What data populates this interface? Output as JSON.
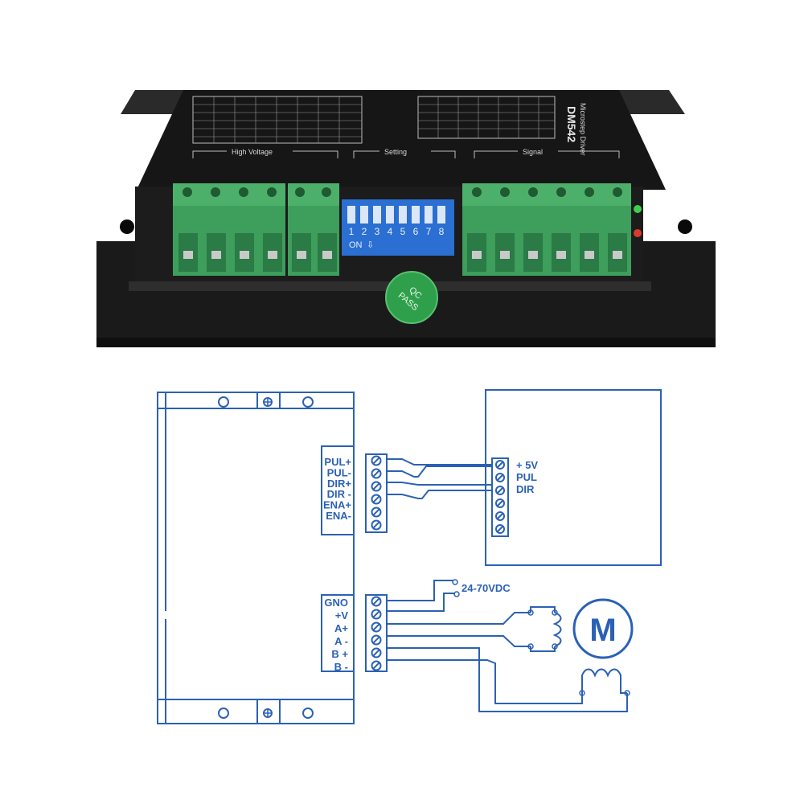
{
  "product": {
    "brand_text": "Microstep Driver",
    "model": "DM542",
    "sections": {
      "high_voltage": "High Voltage",
      "setting": "Setting",
      "signal": "Signal"
    },
    "dip_numbers": [
      "1",
      "2",
      "3",
      "4",
      "5",
      "6",
      "7",
      "8"
    ],
    "dip_on": "ON",
    "qc_badge": {
      "line1": "QC",
      "line2": "PASS"
    },
    "colors": {
      "body": "#1b1b1b",
      "terminal": "#3e9e5b",
      "dip": "#2a6fd1",
      "badge": "#2e9f4a"
    }
  },
  "diagram": {
    "color": "#2b61b5",
    "signal_terminals": [
      "PUL+",
      "PUL-",
      "DIR+",
      "DIR -",
      "ENA+",
      "ENA-"
    ],
    "power_terminals": [
      "GNO",
      "+V",
      "A+",
      "A -",
      "B +",
      "B -"
    ],
    "controller_labels": [
      "+ 5V",
      "PUL",
      "DIR"
    ],
    "supply_label": "24-70VDC",
    "motor_label": "M"
  }
}
